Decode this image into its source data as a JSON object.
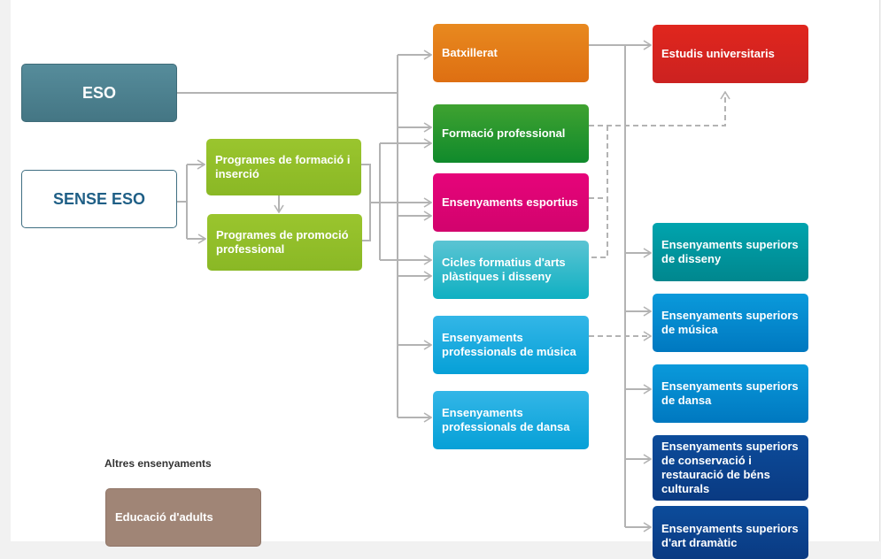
{
  "diagram": {
    "start_nodes": {
      "eso": "ESO",
      "sense_eso": "SENSE ESO"
    },
    "programs": {
      "pfi": "Programes de formació i inserció",
      "ppp": "Programes de promoció professional"
    },
    "middle": {
      "batxillerat": "Batxillerat",
      "formacio_professional": "Formació professional",
      "esportius": "Ensenyaments esportius",
      "cicles_arts": "Cicles formatius d'arts plàstiques i disseny",
      "prof_musica": "Ensenyaments professionals de música",
      "prof_dansa": "Ensenyaments professionals de dansa"
    },
    "higher": {
      "universitaris": "Estudis universitaris",
      "sup_disseny": "Ensenyaments superiors de disseny",
      "sup_musica": "Ensenyaments superiors de música",
      "sup_dansa": "Ensenyaments superiors de dansa",
      "sup_conservacio": "Ensenyaments superiors de conservació i restauració de béns culturals",
      "sup_art_dramatic": "Ensenyaments superiors d'art dramàtic"
    },
    "others": {
      "heading": "Altres ensenyaments",
      "adults": "Educació d'adults"
    }
  },
  "colors": {
    "connector": "#b3b3b3",
    "eso": "#4f8290",
    "programs": "#92bf2a",
    "batxillerat": "#e37d1a",
    "formacio_professional": "#23962e",
    "esportius": "#dc0474",
    "cicles": "#35bacb",
    "professionals": "#1cabe0",
    "universitaris": "#d6241f",
    "sup_disseny": "#00959d",
    "sup_music_dansa": "#0589cd",
    "sup_dark": "#0b438e",
    "adults": "#a08576"
  }
}
